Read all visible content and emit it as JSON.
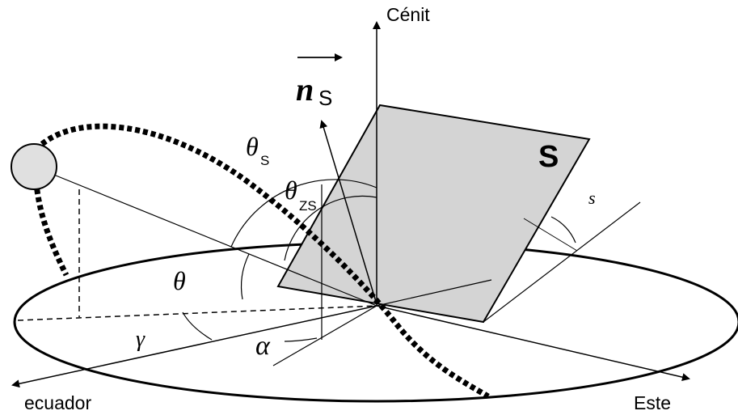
{
  "labels": {
    "zenith": "Cénit",
    "normal_n": "n",
    "normal_sub": "S",
    "surface": "S",
    "tilt": "s",
    "theta": "θ",
    "theta_s": "θ",
    "theta_s_sub": "S",
    "theta_zs": "θ",
    "theta_zs_sub": "ZS",
    "azimuth_alpha": "α",
    "gamma": "γ",
    "equator": "ecuador",
    "east": "Este"
  },
  "colors": {
    "ink": "#000000",
    "plane_fill": "#d4d4d4",
    "sun_fill": "#e0e0e0",
    "background": "#ffffff"
  }
}
